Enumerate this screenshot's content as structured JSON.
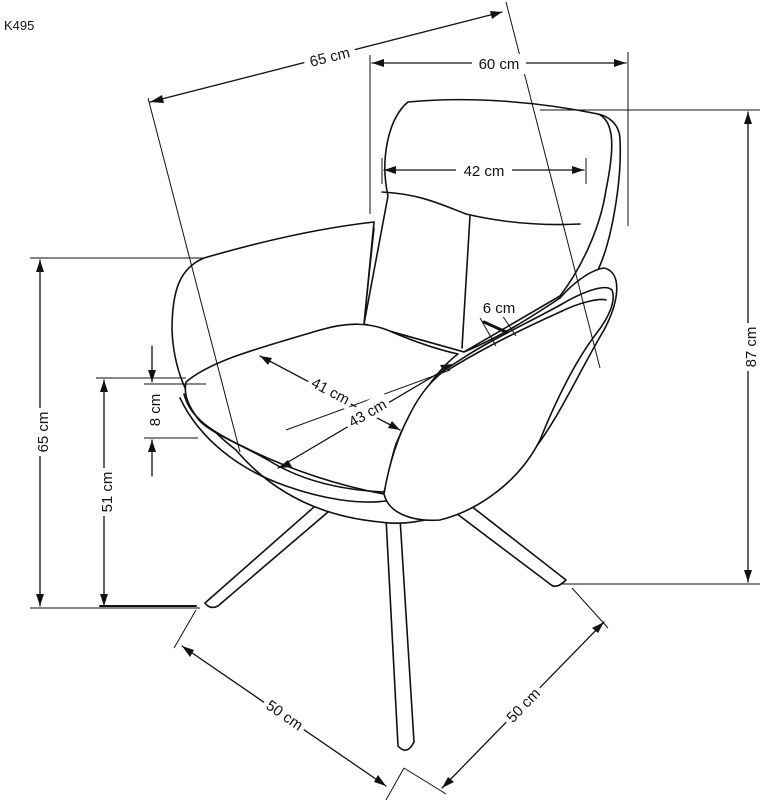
{
  "product_code": "K495",
  "dimensions": {
    "back_depth": "65 cm",
    "width": "60 cm",
    "backrest_width": "42 cm",
    "armrest_width": "6 cm",
    "seat_depth": "41 cm",
    "seat_width": "43 cm",
    "seat_thickness": "8 cm",
    "seat_height": "51 cm",
    "armrest_height": "65 cm",
    "total_height": "87 cm",
    "base_left": "50 cm",
    "base_right": "50 cm"
  }
}
